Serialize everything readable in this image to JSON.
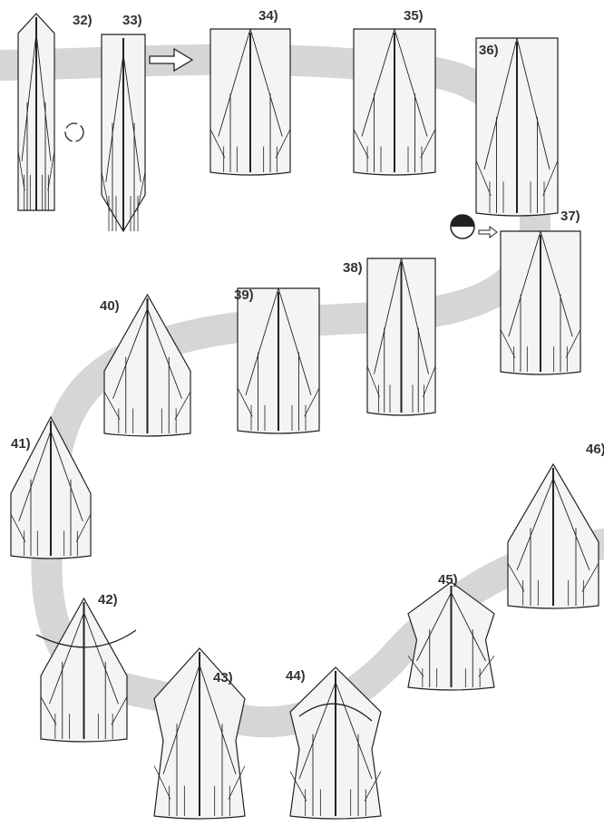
{
  "diagram": {
    "steps": [
      "32)",
      "33)",
      "34)",
      "35)",
      "36)",
      "37)",
      "38)",
      "39)",
      "40)",
      "41)",
      "42)",
      "43)",
      "44)",
      "45)",
      "46)"
    ]
  },
  "colors": {
    "band": "#d4d4d4",
    "line": "#222222",
    "paper": "#f4f4f4"
  }
}
